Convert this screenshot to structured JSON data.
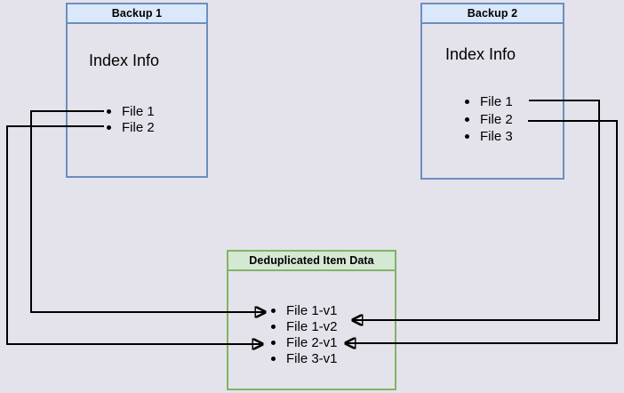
{
  "diagram": {
    "colors": {
      "background": "#e4e3eb",
      "blue_fill": "#dae8fc",
      "blue_border": "#6c8ebf",
      "green_fill": "#d5e8d4",
      "green_border": "#82b366",
      "line": "#000000"
    },
    "backup1": {
      "title": "Backup 1",
      "index_label": "Index Info",
      "files": [
        "File 1",
        "File 2"
      ]
    },
    "backup2": {
      "title": "Backup 2",
      "index_label": "Index Info",
      "files": [
        "File 1",
        "File 2",
        "File 3"
      ]
    },
    "dedup": {
      "title": "Deduplicated Item Data",
      "items": [
        "File 1-v1",
        "File 1-v2",
        "File 2-v1",
        "File 3-v1"
      ]
    },
    "connections": [
      {
        "from": "backup1 File 1",
        "to": "File 1-v1"
      },
      {
        "from": "backup1 File 2",
        "to": "File 2-v1"
      },
      {
        "from": "backup2 File 1",
        "to": "File 1-v2"
      },
      {
        "from": "backup2 File 2",
        "to": "File 2-v1"
      }
    ]
  }
}
